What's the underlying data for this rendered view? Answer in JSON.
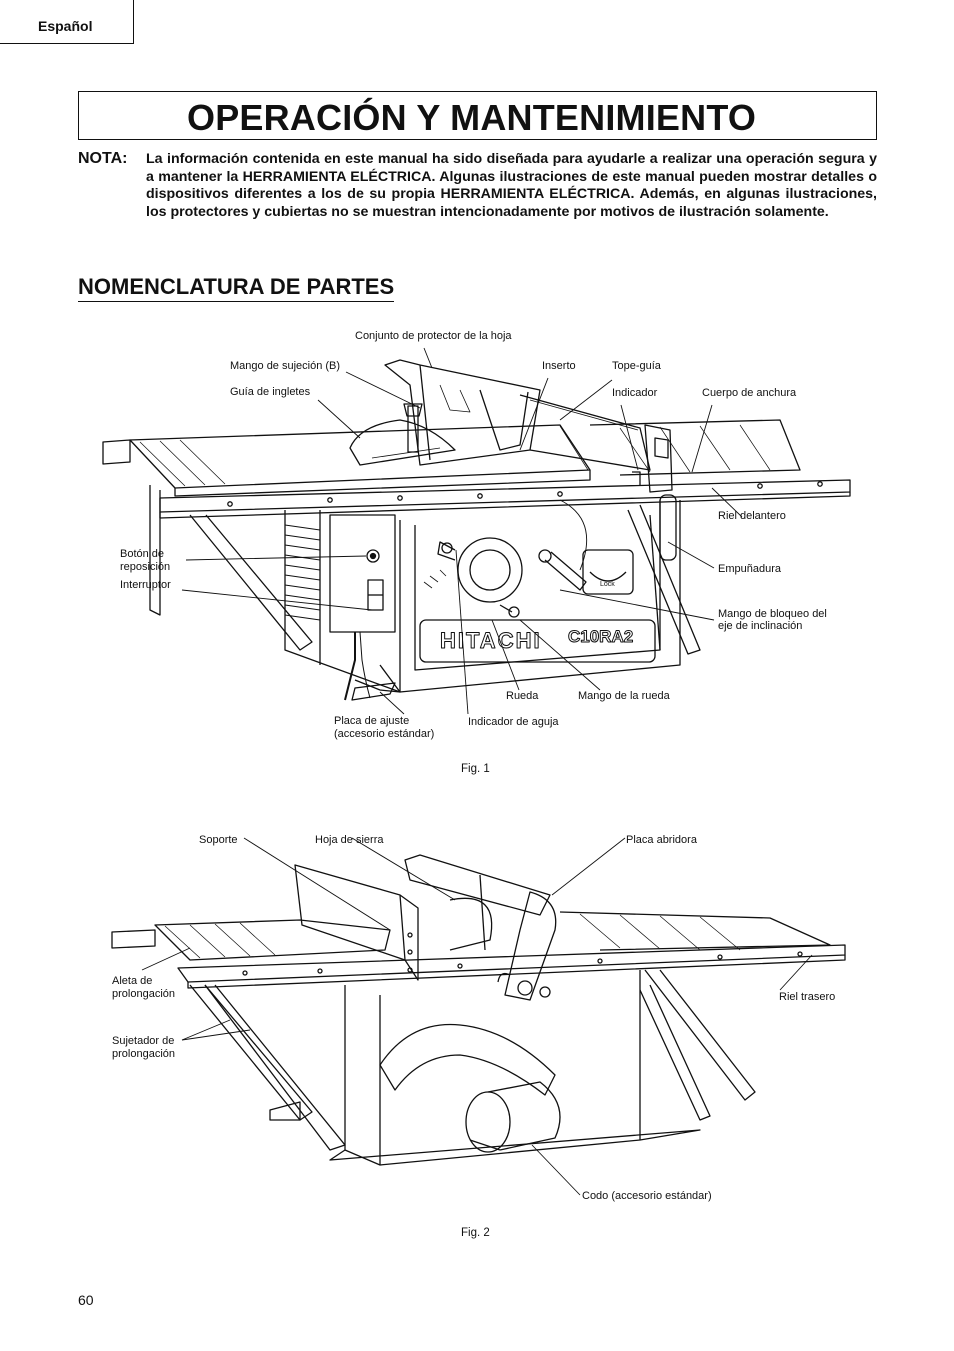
{
  "header": {
    "language_tab": "Español"
  },
  "title": "OPERACIÓN Y MANTENIMIENTO",
  "note": {
    "label": "NOTA:",
    "text": "La información contenida en este manual ha sido diseñada para ayudarle a realizar una operación segura y a mantener la HERRAMIENTA ELÉCTRICA.  Algunas ilustraciones de este manual pueden mostrar detalles o dispositivos diferentes a los de su propia HERRAMIENTA ELÉCTRICA.  Además, en algunas ilustraciones, los protectores y cubiertas no se muestran intencionadamente por motivos de ilustración solamente."
  },
  "section_heading": "NOMENCLATURA DE PARTES",
  "fig1": {
    "caption": "Fig. 1",
    "brand_text": "HITACHI",
    "model_text": "C10RA2",
    "lock_text": "Lock",
    "labels": {
      "blade_guard": "Conjunto de protector de la hoja",
      "clamp_handle": "Mango de sujeción (B)",
      "miter_guide": "Guía de ingletes",
      "insert": "Inserto",
      "fence": "Tope-guía",
      "indicator": "Indicador",
      "width_body": "Cuerpo de anchura",
      "front_rail": "Riel delantero",
      "reset_button_1": "Botón de",
      "reset_button_2": "reposición",
      "switch": "Interruptor",
      "grip": "Empuñadura",
      "tilt_lock_1": "Mango de bloqueo del",
      "tilt_lock_2": "eje de inclinación",
      "wheel": "Rueda",
      "wheel_handle": "Mango de la rueda",
      "adjust_plate_1": "Placa de ajuste",
      "adjust_plate_2": "(accesorio estándar)",
      "needle_indicator": "Indicador de aguja"
    }
  },
  "fig2": {
    "caption": "Fig. 2",
    "labels": {
      "support": "Soporte",
      "saw_blade": "Hoja de sierra",
      "riving_plate": "Placa abridora",
      "ext_wing_1": "Aleta de",
      "ext_wing_2": "prolongación",
      "rear_rail": "Riel trasero",
      "ext_holder_1": "Sujetador de",
      "ext_holder_2": "prolongación",
      "elbow": "Codo (accesorio estándar)"
    }
  },
  "footer": {
    "page_number": "60"
  }
}
